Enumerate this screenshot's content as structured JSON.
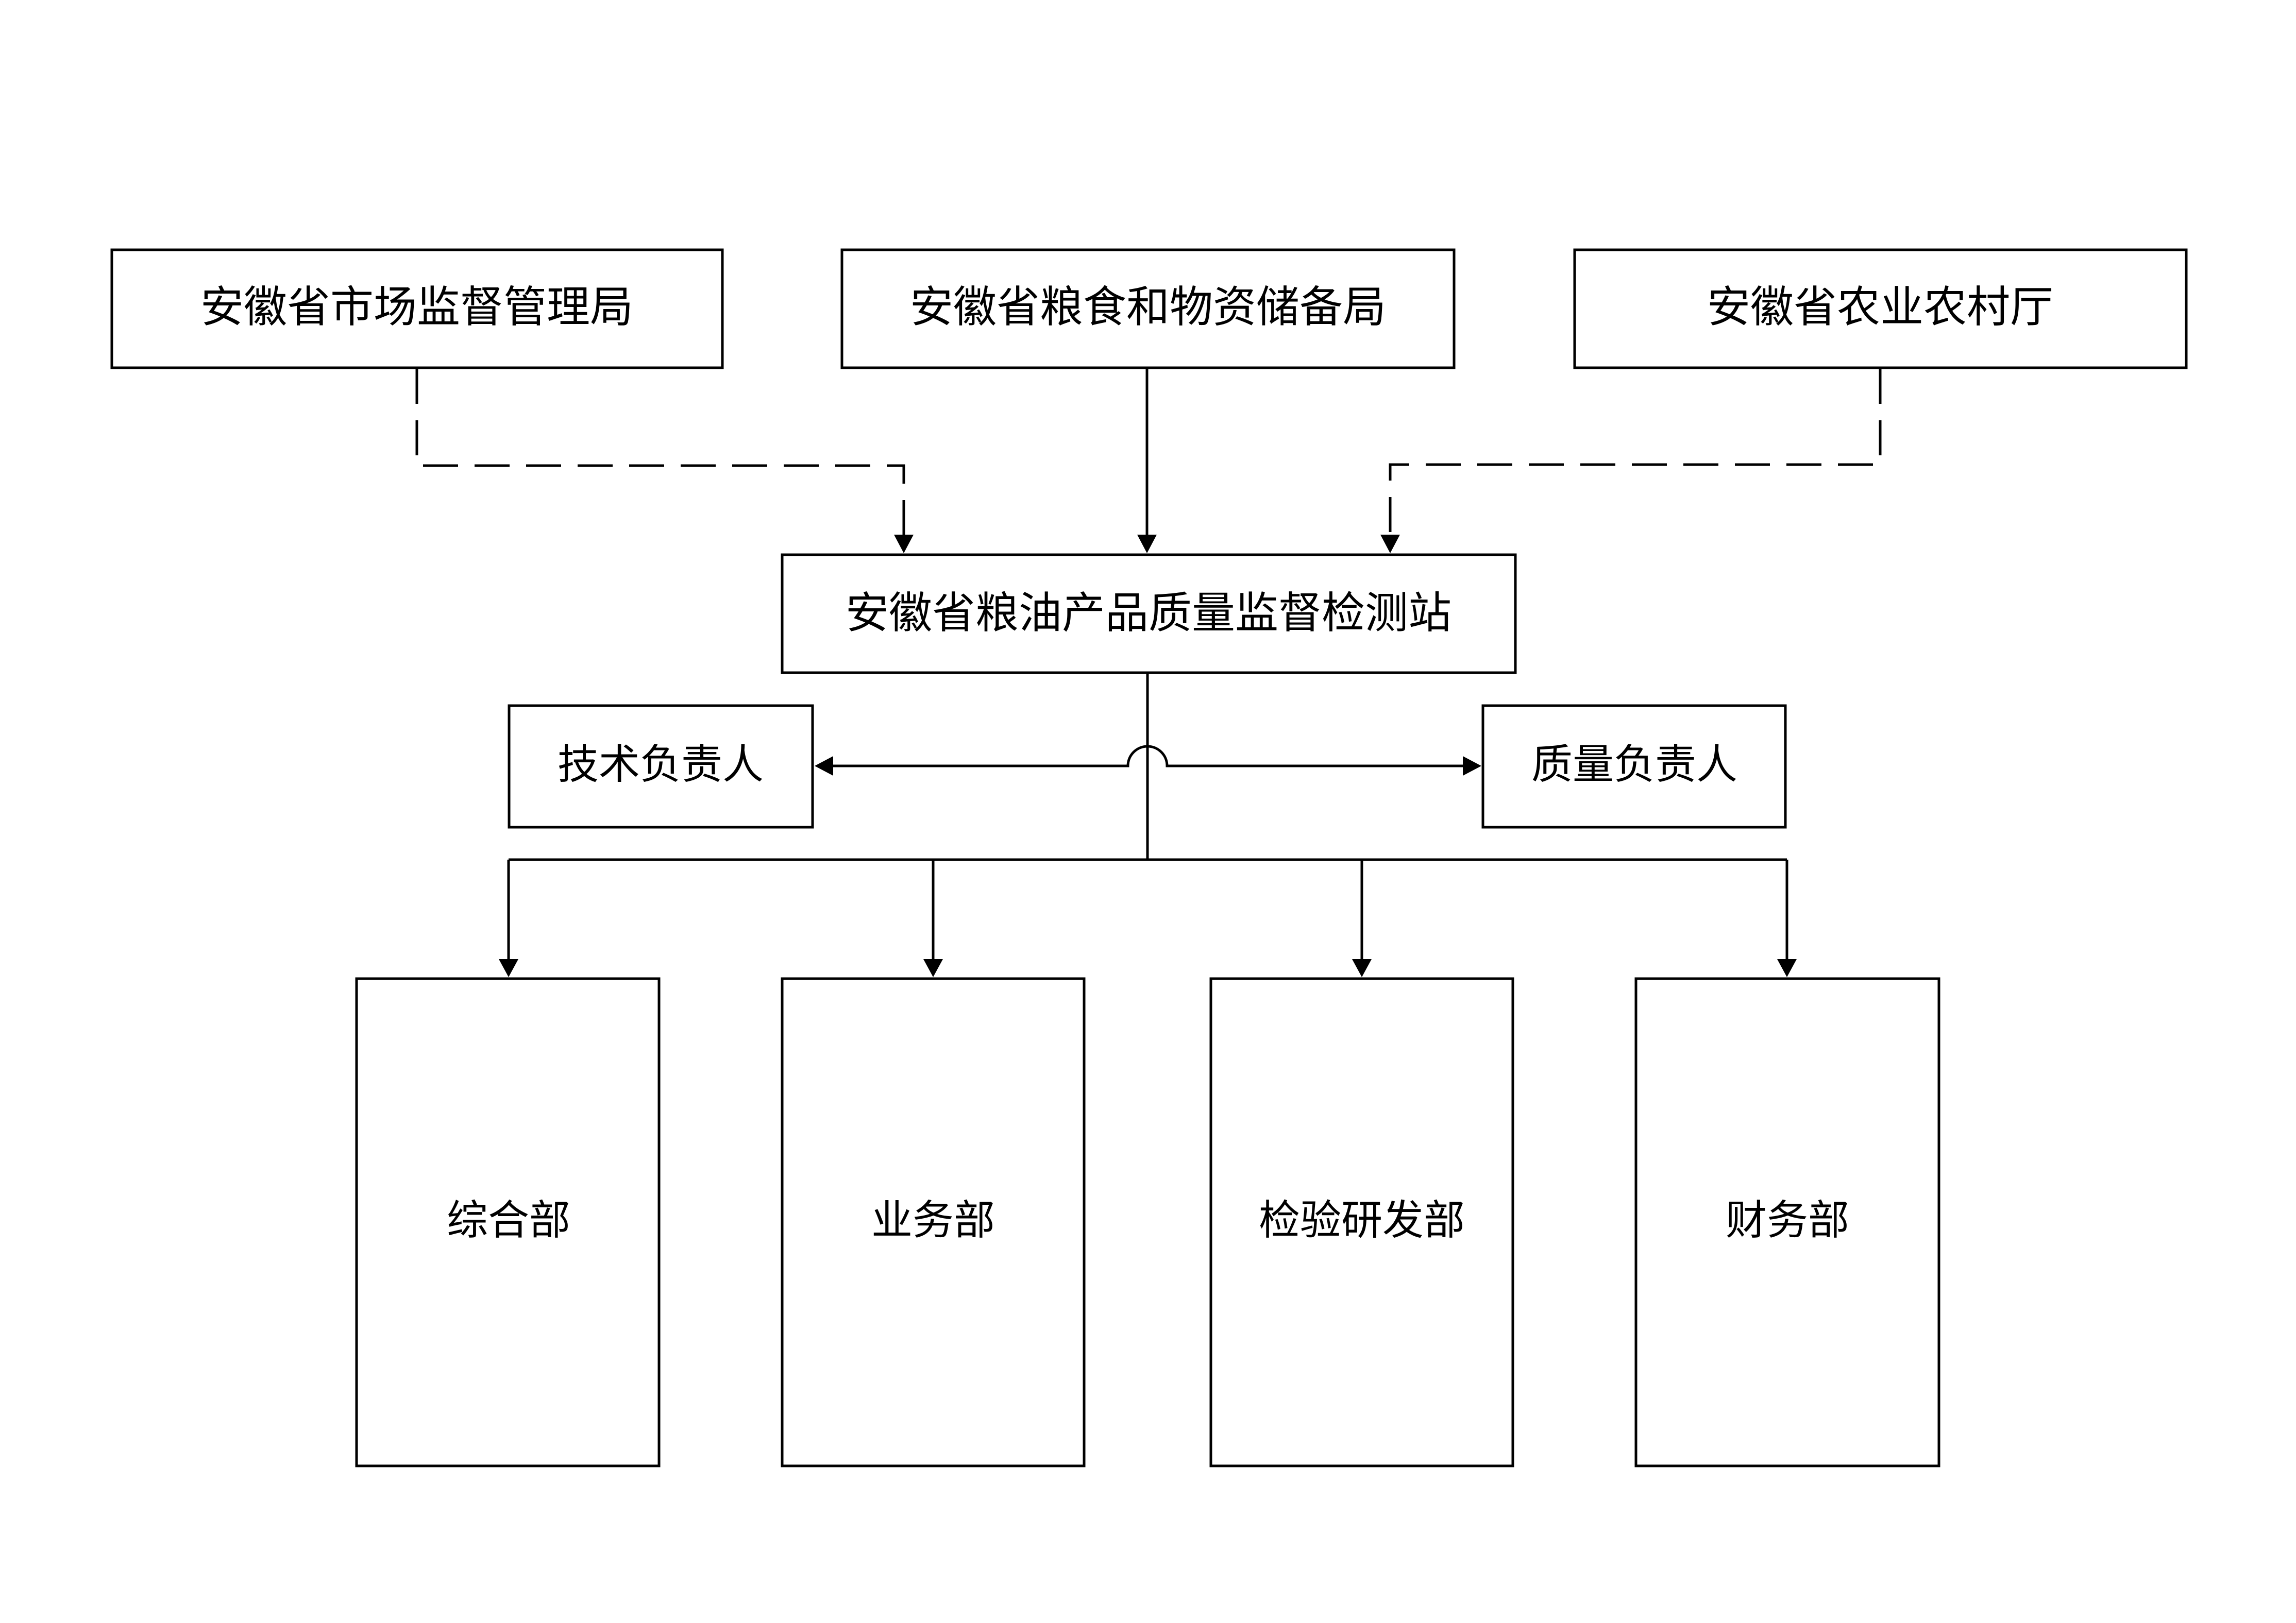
{
  "diagram": {
    "type": "organizational-chart",
    "colors": {
      "line": "#000000",
      "box_fill": "#ffffff",
      "text": "#000000",
      "background": "#ffffff"
    },
    "supervisors": [
      {
        "id": "market-regulation",
        "label": "安徽省市场监督管理局",
        "relation": "dashed"
      },
      {
        "id": "grain-reserve",
        "label": "安徽省粮食和物资储备局",
        "relation": "solid"
      },
      {
        "id": "agriculture",
        "label": "安徽省农业农村厅",
        "relation": "dashed"
      }
    ],
    "center": {
      "id": "station",
      "label": "安徽省粮油产品质量监督检测站"
    },
    "officers": [
      {
        "id": "technical-lead",
        "label": "技术负责人",
        "side": "left"
      },
      {
        "id": "quality-lead",
        "label": "质量负责人",
        "side": "right"
      }
    ],
    "departments": [
      {
        "id": "general",
        "label": "综合部"
      },
      {
        "id": "business",
        "label": "业务部"
      },
      {
        "id": "inspection-rd",
        "label": "检验研发部"
      },
      {
        "id": "finance",
        "label": "财务部"
      }
    ],
    "edges": [
      {
        "from": "market-regulation",
        "to": "station",
        "style": "dashed"
      },
      {
        "from": "grain-reserve",
        "to": "station",
        "style": "solid"
      },
      {
        "from": "agriculture",
        "to": "station",
        "style": "dashed"
      },
      {
        "from": "station",
        "to": "technical-lead",
        "style": "solid"
      },
      {
        "from": "station",
        "to": "quality-lead",
        "style": "solid"
      },
      {
        "from": "station",
        "to": "general",
        "style": "solid"
      },
      {
        "from": "station",
        "to": "business",
        "style": "solid"
      },
      {
        "from": "station",
        "to": "inspection-rd",
        "style": "solid"
      },
      {
        "from": "station",
        "to": "finance",
        "style": "solid"
      }
    ]
  }
}
